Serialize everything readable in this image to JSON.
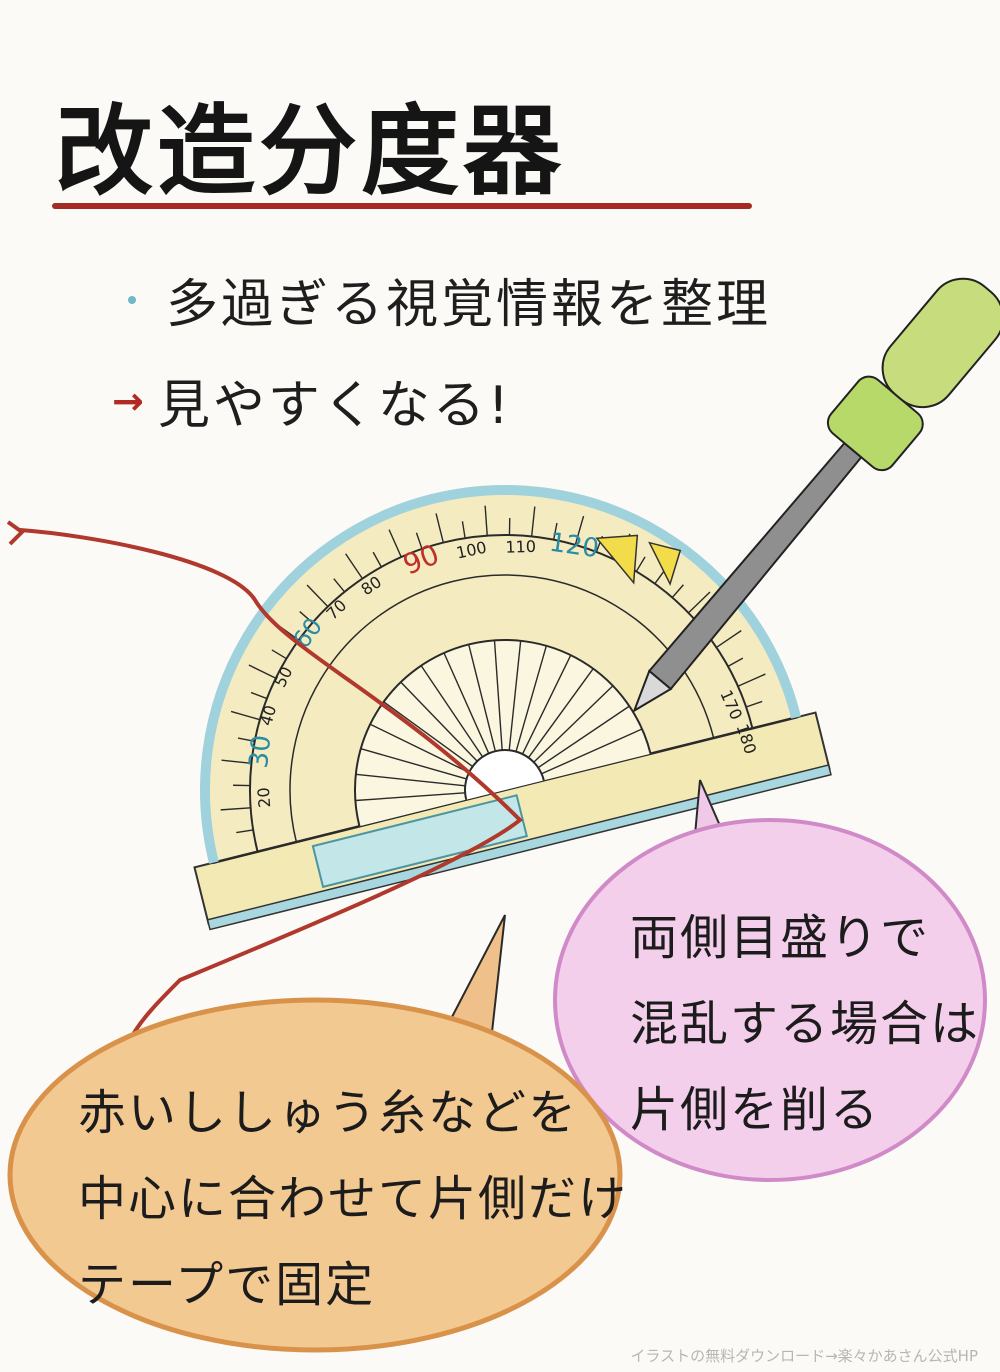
{
  "title": "改造分度器",
  "bullets": [
    {
      "text": "多過ぎる視覚情報を整理"
    },
    {
      "text": "見やすくなる!"
    }
  ],
  "protractor": {
    "scale_labels": [
      "20",
      "30",
      "40",
      "50",
      "60",
      "70",
      "80",
      "90",
      "100",
      "110",
      "120",
      "170",
      "180"
    ]
  },
  "bubble_pink": {
    "lines": [
      "両側目盛りで",
      "混乱する場合は",
      "片側を削る"
    ],
    "color": "#e7a6d8"
  },
  "bubble_orange": {
    "lines": [
      "赤いししゅう糸などを",
      "中心に合わせて片側だけ",
      "テープで固定"
    ],
    "color": "#e9b06e"
  },
  "watermark": "イラストの無料ダウンロード→楽々かあさん公式HP"
}
